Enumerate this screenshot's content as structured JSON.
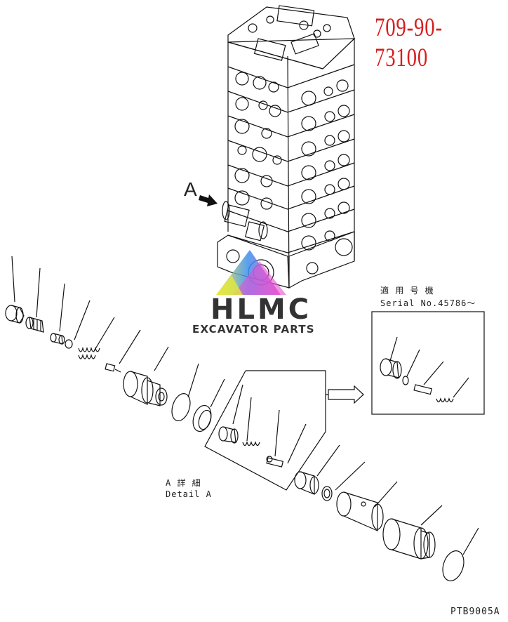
{
  "part_number": "709-90-73100",
  "view_label": "A",
  "brand": {
    "name": "HLMC",
    "tagline": "EXCAVATOR PARTS"
  },
  "detail": {
    "label_jp": "A 詳 細",
    "label_en": "Detail A"
  },
  "serial_box": {
    "label_jp": "適 用 号 機",
    "serial": "Serial No.45786～"
  },
  "figure_code": "PTB9005A"
}
